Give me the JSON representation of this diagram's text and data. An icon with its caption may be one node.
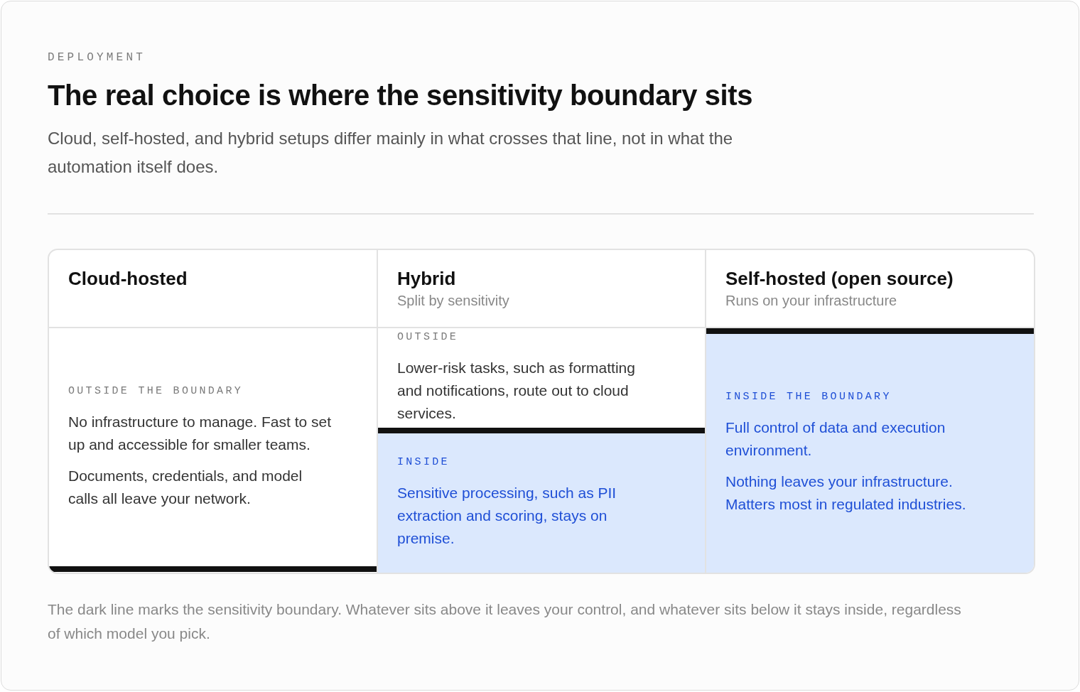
{
  "diagram": {
    "title": "The real choice is where the sensitivity boundary sits",
    "caption": "The dark line marks the sensitivity boundary. Whatever sits above it leaves your control, and whatever sits below it stays inside, regardless of which model you pick.",
    "nodes": [
      {
        "text": [
          "Cloud-hosted"
        ]
      },
      {
        "text": [
          "OUTSIDE THE BOUNDARY",
          "No infrastructure to manage. Fast to set up and accessible for smaller teams.",
          "Documents, credentials, and model calls all leave your network."
        ],
        "in": 0
      },
      {
        "text": [
          "Hybrid",
          "Split by sensitivity"
        ]
      },
      {
        "text": [
          "OUTSIDE",
          "Lower-risk tasks, such as formatting and notifications, route out to cloud services."
        ],
        "in": 2
      },
      {
        "text": [
          "INSIDE",
          "Sensitive processing, such as PII extraction and scoring, stays on premise."
        ],
        "in": 2
      },
      {
        "text": [
          "Self-hosted (open source)",
          "Runs on your infrastructure"
        ]
      },
      {
        "text": [
          "INSIDE THE BOUNDARY",
          "Full control of data and execution environment.",
          "Nothing leaves your infrastructure. Matters most in regulated industries."
        ],
        "in": 5
      }
    ],
    "labels": [
      "DEPLOYMENT",
      "Cloud, self-hosted, and hybrid setups differ mainly in what crosses that line, not in what the automation itself does."
    ]
  }
}
